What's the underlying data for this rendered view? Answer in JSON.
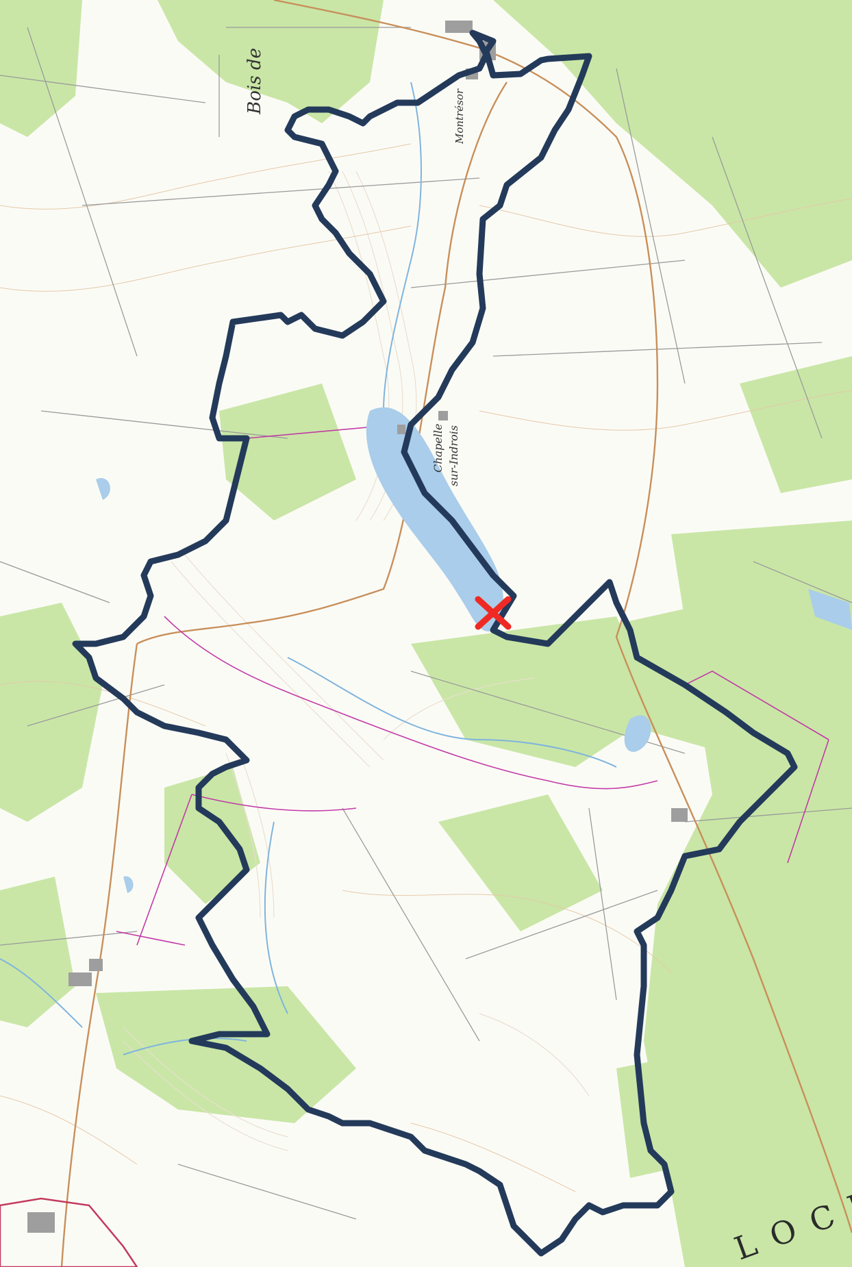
{
  "map": {
    "labels": {
      "bois": "Bois de",
      "loch": "LOCH",
      "chapelle": "Chapelle",
      "sur_indrois": "sur-Indrois",
      "montresor": "Montrésor"
    },
    "colors": {
      "route_outline": "#243a5a",
      "marker": "#ef2a24",
      "water": "#a9cdea",
      "forest": "#c9e6a6",
      "road": "#c88f5a",
      "boundary": "#c23aa6"
    },
    "marker": {
      "icon": "x-marker"
    }
  }
}
